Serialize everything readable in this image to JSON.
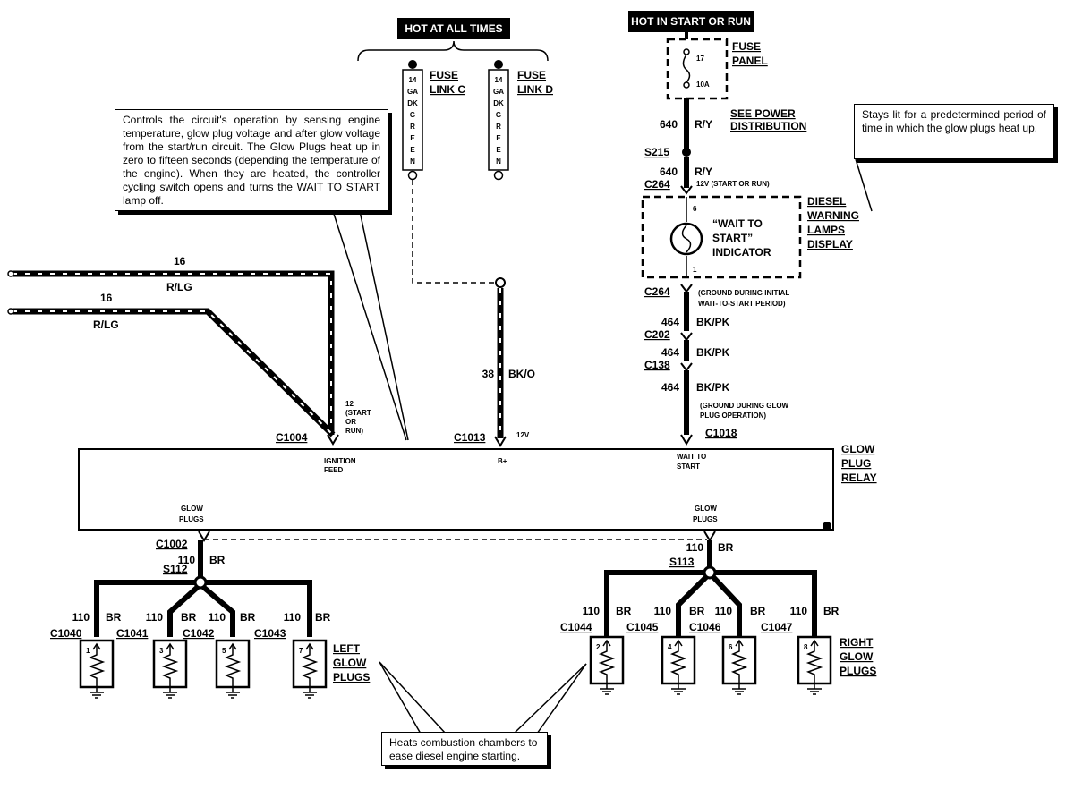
{
  "headers": {
    "hot_at_all_times": "HOT AT ALL TIMES",
    "hot_in_start_or_run": "HOT IN START OR RUN"
  },
  "fuse_link_c": {
    "title_1": "FUSE",
    "title_2": "LINK C",
    "chars": [
      "14",
      "GA",
      "DK",
      "G",
      "R",
      "E",
      "E",
      "N"
    ]
  },
  "fuse_link_d": {
    "title_1": "FUSE",
    "title_2": "LINK D",
    "chars": [
      "14",
      "GA",
      "DK",
      "G",
      "R",
      "E",
      "E",
      "N"
    ]
  },
  "fuse_panel": {
    "title_1": "FUSE",
    "title_2": "PANEL",
    "number": "17",
    "rating": "10A"
  },
  "see_power": {
    "line_1": "SEE POWER",
    "line_2": "DISTRIBUTION"
  },
  "callouts": {
    "controller": "Controls the circuit's operation by sensing engine temperature, glow plug voltage and after glow voltage from the start/run circuit. The Glow Plugs heat up in zero to fifteen seconds (depending the temperature of the engine). When they are heated, the controller cycling switch opens and turns the WAIT TO START lamp off.",
    "lamp": "Stays lit for a predetermined period of time in which the glow plugs heat up.",
    "heats": "Heats combustion chambers to ease diesel engine starting."
  },
  "wires": {
    "w16_a": "16",
    "rlg_a": "R/LG",
    "w16_b": "16",
    "rlg_b": "R/LG",
    "w38": "38",
    "bko": "BK/O",
    "w640_a": "640",
    "ry_a": "R/Y",
    "w640_b": "640",
    "ry_b": "R/Y",
    "w464_a": "464",
    "bkpk_a": "BK/PK",
    "w464_b": "464",
    "bkpk_b": "BK/PK",
    "w464_c": "464",
    "bkpk_c": "BK/PK",
    "w110": "110",
    "br": "BR"
  },
  "connectors": {
    "s215": "S215",
    "c264_a": "C264",
    "c264_b": "C264",
    "c202": "C202",
    "c138": "C138",
    "c1004": "C1004",
    "c1013": "C1013",
    "c1018": "C1018",
    "c1002": "C1002",
    "s112": "S112",
    "s113": "S113",
    "c1040": "C1040",
    "c1041": "C1041",
    "c1042": "C1042",
    "c1043": "C1043",
    "c1044": "C1044",
    "c1045": "C1045",
    "c1046": "C1046",
    "c1047": "C1047"
  },
  "notes": {
    "start_or_run_12v": "12V (START OR RUN)",
    "ground_initial_1": "(GROUND DURING INITIAL",
    "ground_initial_2": "WAIT-TO-START PERIOD)",
    "ground_glow_1": "(GROUND DURING GLOW",
    "ground_glow_2": "PLUG OPERATION)",
    "v12_a": "12",
    "v12_b": "(START",
    "v12_c": "OR",
    "v12_d": "RUN)",
    "b_12v": "12V"
  },
  "indicator": {
    "line_1": "“WAIT TO",
    "line_2": "START”",
    "line_3": "INDICATOR",
    "pin_top": "6",
    "pin_bottom": "1"
  },
  "diesel_lamps": {
    "l1": "DIESEL",
    "l2": "WARNING",
    "l3": "LAMPS",
    "l4": "DISPLAY"
  },
  "relay": {
    "title_1": "GLOW",
    "title_2": "PLUG",
    "title_3": "RELAY",
    "ignition_1": "IGNITION",
    "ignition_2": "FEED",
    "b_plus": "B+",
    "wait_1": "WAIT TO",
    "wait_2": "START",
    "glow_left_1": "GLOW",
    "glow_left_2": "PLUGS",
    "glow_right_1": "GLOW",
    "glow_right_2": "PLUGS"
  },
  "plugs": {
    "left": {
      "l1": "LEFT",
      "l2": "GLOW",
      "l3": "PLUGS"
    },
    "right": {
      "l1": "RIGHT",
      "l2": "GLOW",
      "l3": "PLUGS"
    },
    "numbers": [
      "1",
      "3",
      "5",
      "7",
      "2",
      "4",
      "6",
      "8"
    ]
  }
}
